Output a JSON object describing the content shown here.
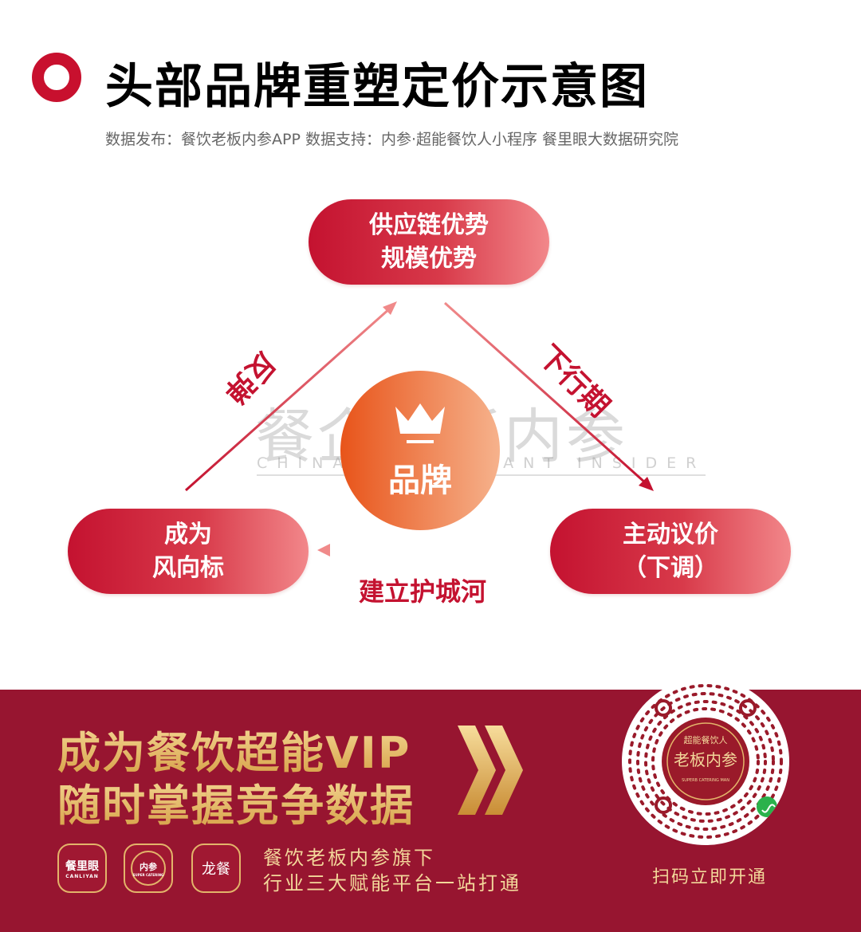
{
  "header": {
    "title": "头部品牌重塑定价示意图",
    "subtitle": "数据发布：餐饮老板内参APP  数据支持：内参·超能餐饮人小程序   餐里眼大数据研究院"
  },
  "diagram": {
    "top_node": [
      "供应链优势",
      "规模优势"
    ],
    "left_node": [
      "成为",
      "风向标"
    ],
    "right_node": [
      "主动议价",
      "（下调）"
    ],
    "center": {
      "label": "品牌",
      "icon": "crown-icon"
    },
    "edges": {
      "top_to_right": "下行期",
      "right_to_left": "建立护城河",
      "left_to_top": "反弹"
    },
    "watermark": {
      "cn": "餐企老板内参",
      "en": "CHINA RESTAURANT INSIDER"
    }
  },
  "banner": {
    "headline": [
      "成为餐饮超能VIP",
      "随时掌握竞争数据"
    ],
    "logos": [
      {
        "name": "餐里眼",
        "sub": "CANLIYAN"
      },
      {
        "name": "内参",
        "sub": "SUPER CATERING"
      },
      {
        "name": "龙餐",
        "sub": ""
      }
    ],
    "description": [
      "餐饮老板内参旗下",
      "行业三大赋能平台一站打通"
    ],
    "qr": {
      "seal_text": "超能餐饮人",
      "seal_center": "老板内参",
      "seal_en": "SUPERB CATERING MAN"
    },
    "scan_label": "扫码立即开通"
  },
  "colors": {
    "accent": "#c41230",
    "banner": "#971530",
    "gold": "#e8c07a",
    "orange": "#e8541a"
  }
}
